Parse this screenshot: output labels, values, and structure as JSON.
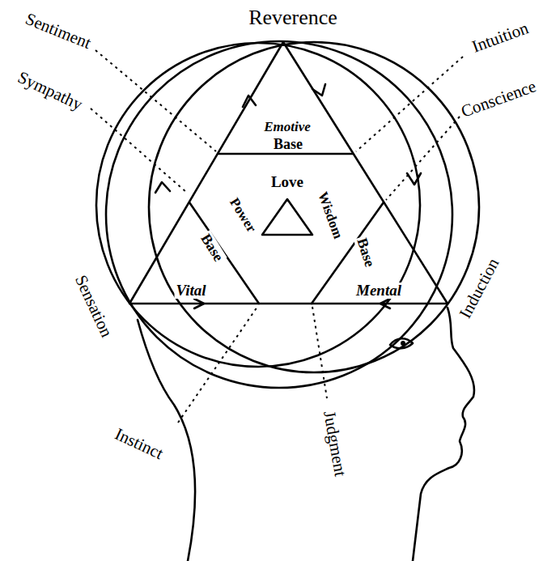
{
  "diagram": {
    "labels": [
      "Reverence",
      "Sentiment",
      "Intuition",
      "Sympathy",
      "Conscience",
      "Emotive",
      "Base",
      "Love",
      "Power",
      "Wisdom",
      "Base",
      "Base",
      "Vital",
      "Mental",
      "Sensation",
      "Induction",
      "Instinct",
      "Judgment"
    ]
  }
}
